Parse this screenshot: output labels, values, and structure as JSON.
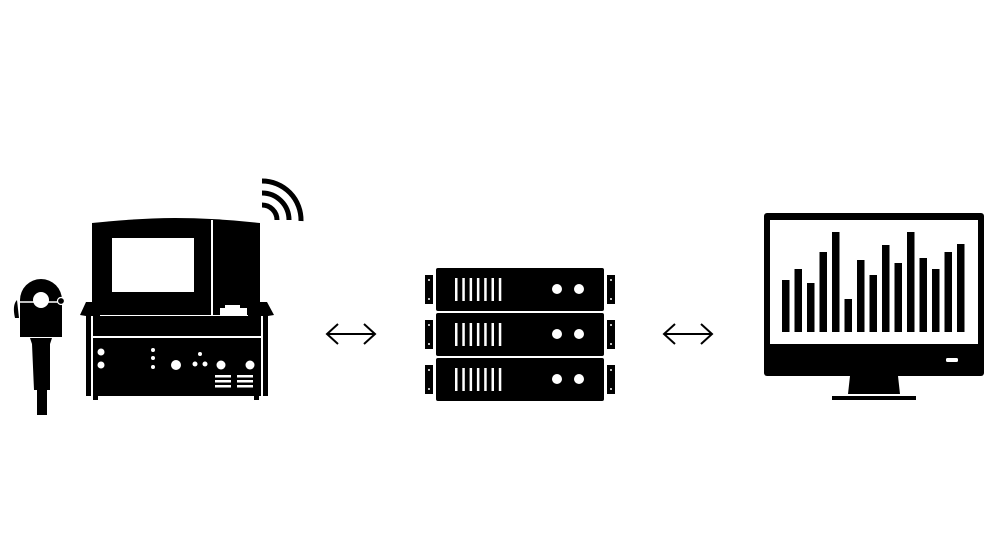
{
  "diagram": {
    "title": "",
    "colors": {
      "foreground": "#000000",
      "background": "#ffffff"
    },
    "nodes": [
      {
        "id": "device",
        "icon": "measurement-device-with-probe-icon",
        "label": ""
      },
      {
        "id": "server",
        "icon": "server-rack-icon",
        "label": ""
      },
      {
        "id": "monitor",
        "icon": "monitor-bar-chart-icon",
        "label": ""
      }
    ],
    "edges": [
      {
        "from": "device",
        "to": "server",
        "direction": "bidirectional"
      },
      {
        "from": "server",
        "to": "monitor",
        "direction": "bidirectional"
      }
    ],
    "device": {
      "wireless": true,
      "probe": true
    },
    "server": {
      "units": 3,
      "vents_per_unit": 7,
      "leds_per_unit": 2
    },
    "monitor": {
      "bar_values": [
        0.52,
        0.63,
        0.49,
        0.8,
        1.0,
        0.33,
        0.72,
        0.57,
        0.87,
        0.69,
        1.0,
        0.74,
        0.63,
        0.8,
        0.88
      ]
    }
  }
}
